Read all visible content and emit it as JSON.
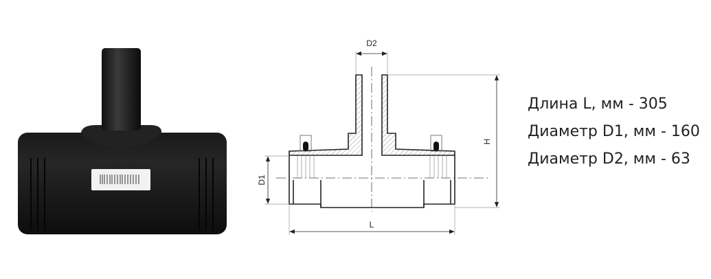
{
  "drawing": {
    "labels": {
      "d2": "D2",
      "d1": "D1",
      "h": "H",
      "l": "L"
    }
  },
  "specs": [
    {
      "text": "Длина L, мм - 305"
    },
    {
      "text": "Диаметр D1, мм - 160"
    },
    {
      "text": "Диаметр D2, мм - 63"
    }
  ]
}
